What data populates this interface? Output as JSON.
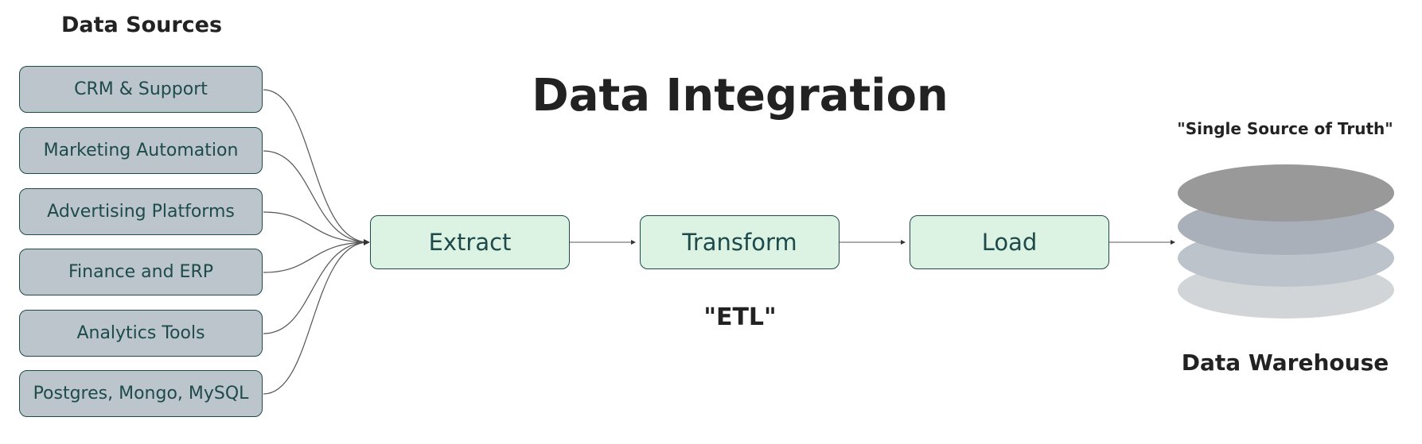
{
  "title": "Data Integration",
  "sources": {
    "heading": "Data Sources",
    "items": [
      {
        "label": "CRM & Support"
      },
      {
        "label": "Marketing Automation"
      },
      {
        "label": "Advertising Platforms"
      },
      {
        "label": "Finance and ERP"
      },
      {
        "label": "Analytics Tools"
      },
      {
        "label": "Postgres, Mongo, MySQL"
      }
    ]
  },
  "pipeline": {
    "steps": [
      {
        "label": "Extract"
      },
      {
        "label": "Transform"
      },
      {
        "label": "Load"
      }
    ],
    "caption": "\"ETL\""
  },
  "warehouse": {
    "tagline": "\"Single Source of Truth\"",
    "label": "Data Warehouse",
    "layer_colors": [
      "#d2d5d8",
      "#bcc3cb",
      "#a9b0ba",
      "#999999"
    ]
  },
  "colors": {
    "source_fill": "#bcc5cc",
    "step_fill": "#dcf2e3",
    "border": "#1d4a4a"
  }
}
